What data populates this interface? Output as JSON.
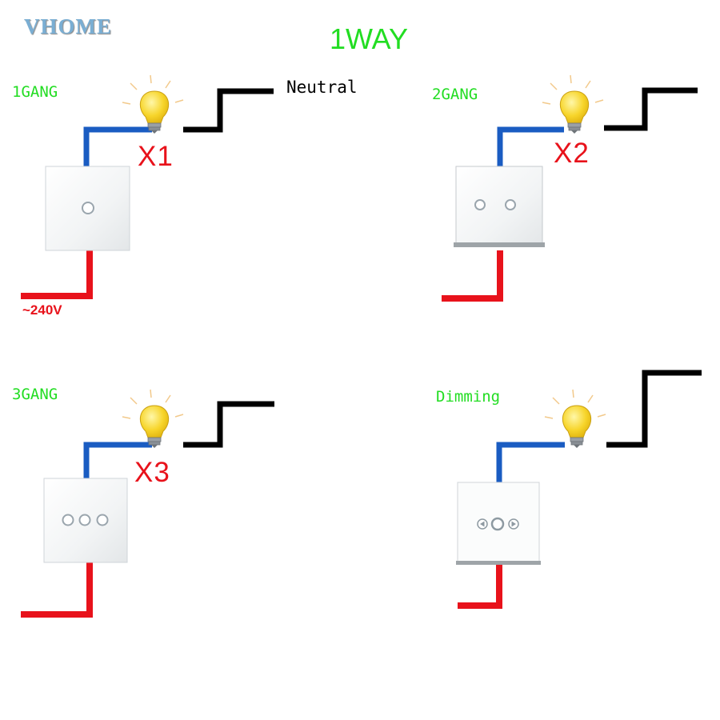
{
  "brand": {
    "logo_text": "VHOME"
  },
  "title": "1WAY",
  "wiring": {
    "neutral_label": "Neutral",
    "voltage_label": "~240V",
    "live_wire_color": "#e8121b",
    "switched_wire_color": "#1a5cc2",
    "neutral_wire_color": "#000000"
  },
  "label_color": "#22dd22",
  "panels": [
    {
      "label": "1GANG",
      "multiplier": "X1",
      "switch_type": "touch-1-gang",
      "buttons": 1
    },
    {
      "label": "2GANG",
      "multiplier": "X2",
      "switch_type": "touch-2-gang",
      "buttons": 2
    },
    {
      "label": "3GANG",
      "multiplier": "X3",
      "switch_type": "touch-3-gang",
      "buttons": 3
    },
    {
      "label": "Dimming",
      "multiplier": "",
      "switch_type": "dimmer",
      "buttons": 3
    }
  ],
  "icons": [
    "light-bulb-icon",
    "dimmer-left-arrow-icon",
    "dimmer-power-icon",
    "dimmer-right-arrow-icon"
  ]
}
